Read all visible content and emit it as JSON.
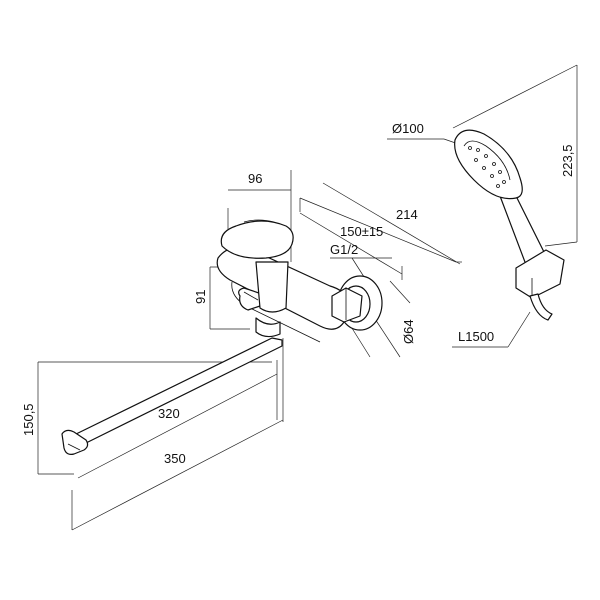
{
  "dimensions": {
    "handle_width": "96",
    "body_depth": "214",
    "center_distance": "150±15",
    "thread": "G1/2",
    "body_height": "91",
    "rosette_diameter": "Ø64",
    "spout_height": "150,5",
    "spout_inner_length": "320",
    "spout_outer_length": "350",
    "shower_head_diameter": "Ø100",
    "shower_head_length": "223,5",
    "hose_length": "L1500"
  }
}
